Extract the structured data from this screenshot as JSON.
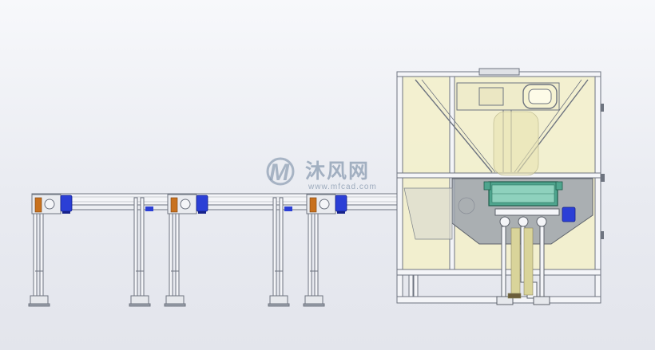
{
  "watermark": {
    "logo_text": "M",
    "title": "沐风网",
    "url": "www.mfcad.com"
  },
  "colors": {
    "frame": "#6e7480",
    "frame_fill": "#f4f5f8",
    "motor": "#2b3fd6",
    "coupling": "#c8711e",
    "cabin_fill": "#f3f0c9",
    "hopper": "#9ea3ad",
    "bin": "#4fa58e",
    "figure": "#d9d49a"
  }
}
